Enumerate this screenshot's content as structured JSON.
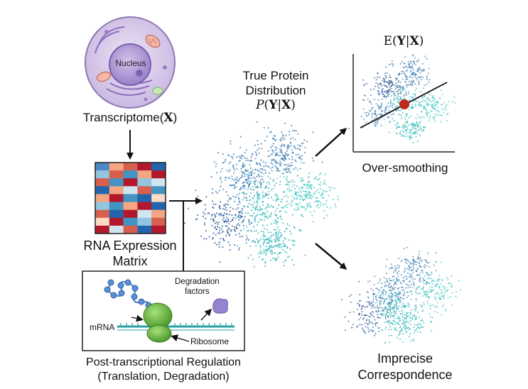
{
  "cell": {
    "nucleus_label": "Nucleus",
    "transcriptome_label": "Transcriptome(",
    "transcriptome_var": "X",
    "transcriptome_close": ")"
  },
  "matrix": {
    "label_line1": "RNA Expression",
    "label_line2": "Matrix",
    "cells": [
      [
        "#4f86c6",
        "#f4a582",
        "#d6604d",
        "#b2182b",
        "#2166ac"
      ],
      [
        "#92c5de",
        "#d6604d",
        "#4393c3",
        "#f4a582",
        "#b2182b"
      ],
      [
        "#d6604d",
        "#4393c3",
        "#b2182b",
        "#92c5de",
        "#d1e5f0"
      ],
      [
        "#2166ac",
        "#f4a582",
        "#d1e5f0",
        "#d6604d",
        "#4393c3"
      ],
      [
        "#f4a582",
        "#b2182b",
        "#4393c3",
        "#2166ac",
        "#fddbc7"
      ],
      [
        "#92c5de",
        "#4393c3",
        "#f4a582",
        "#b2182b",
        "#2166ac"
      ],
      [
        "#d6604d",
        "#2166ac",
        "#b2182b",
        "#d1e5f0",
        "#f4a582"
      ],
      [
        "#fddbc7",
        "#b2182b",
        "#4393c3",
        "#92c5de",
        "#d6604d"
      ],
      [
        "#b2182b",
        "#d1e5f0",
        "#d6604d",
        "#2166ac",
        "#b2182b"
      ]
    ]
  },
  "regulation": {
    "degradation_line1": "Degradation",
    "degradation_line2": "factors",
    "mrna_label": "mRNA",
    "ribosome_label": "Ribosome",
    "caption_line1": "Post-transcriptional Regulation",
    "caption_line2": "(Translation, Degradation)"
  },
  "true_dist": {
    "line1": "True Protein",
    "line2": "Distribution",
    "formula_p": "P",
    "formula_open": "(",
    "formula_y": "Y",
    "formula_bar": "|",
    "formula_x": "X",
    "formula_close": ")"
  },
  "smoothing": {
    "formula_e": "E(",
    "formula_y": "Y",
    "formula_bar": "|",
    "formula_x": "X",
    "formula_close": ")",
    "label": "Over-smoothing"
  },
  "imprecise": {
    "line1": "Imprecise",
    "line2": "Correspondence"
  },
  "colors": {
    "dark_blue": "#2f5a9a",
    "mid_blue": "#3f7fb4",
    "teal": "#2bb5b8",
    "light_teal": "#44c7c2",
    "red_point": "#c0281d",
    "arrow": "#111111",
    "ribosome": "#6abf3a",
    "degradation": "#8f7fc9",
    "cell_body": "#d9cdea",
    "nucleus": "#b89fd6"
  }
}
